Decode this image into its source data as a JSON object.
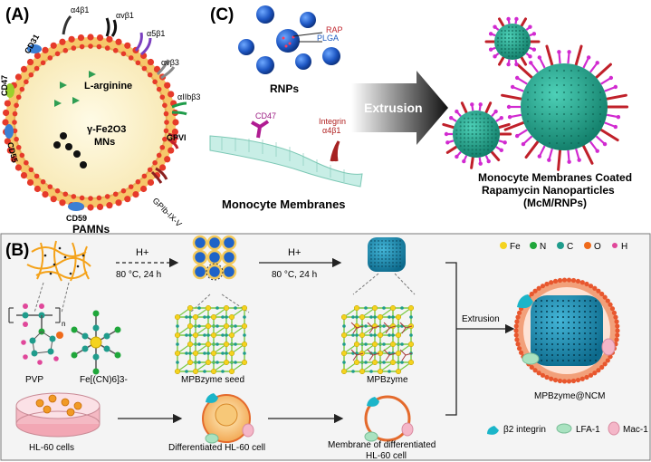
{
  "panel_a": {
    "letter": "(A)",
    "receptors": {
      "a4b1": "α4β1",
      "avb1": "αvβ1",
      "a5b1": "α5β1",
      "avb3": "αvβ3",
      "a2bb3": "αIIbβ3",
      "gpvi": "GPVI",
      "gpib": "GPIb-IX-V",
      "cd31": "CD31",
      "cd47": "CD47",
      "cd55": "CD55",
      "cd59": "CD59"
    },
    "core_label_1": "L-arginine",
    "core_label_2": "γ-Fe2O3",
    "core_label_3": "MNs",
    "caption": "PAMNs"
  },
  "panel_c": {
    "letter": "(C)",
    "rap": "RAP",
    "plga": "PLGA",
    "rnps": "RNPs",
    "cd47": "CD47",
    "integrin_1": "Integrin",
    "integrin_2": "α4β1",
    "membrane_caption": "Monocyte Membranes",
    "arrow_label": "Extrusion",
    "result_line_1": "Monocyte Membranes Coated",
    "result_line_2": "Rapamycin Nanoparticles",
    "result_line_3": "(McM/RNPs)"
  },
  "panel_b": {
    "letter": "(B)",
    "step1_top": "H+",
    "step1_bottom": "80 °C, 24 h",
    "step2_top": "H+",
    "step2_bottom": "80 °C, 24 h",
    "pvp": "PVP",
    "fecn": "Fe[(CN)6]3-",
    "seed": "MPBzyme seed",
    "mpbzyme": "MPBzyme",
    "hl60": "HL-60 cells",
    "diff": "Differentiated HL-60 cell",
    "mem_1": "Membrane of differentiated",
    "mem_2": "HL-60 cell",
    "extrusion": "Extrusion",
    "final": "MPBzyme@NCM",
    "legend_atoms": [
      "Fe",
      "N",
      "C",
      "O",
      "H"
    ],
    "legend_proteins": [
      "β2 integrin",
      "LFA-1",
      "Mac-1"
    ],
    "polymer_n": "n"
  },
  "colors": {
    "lipid_red": "#e63a2a",
    "bilayer": "#f4c06a",
    "core_green": "#2f9e53",
    "teal": "#1f9c8c",
    "blue_np": "#1f63c8",
    "yellow_fe": "#f4d31f",
    "orange_o": "#ef6a1a",
    "pink_h": "#e0479a",
    "green_n": "#1fa63a",
    "dashed_box": "#8a8a8a"
  }
}
